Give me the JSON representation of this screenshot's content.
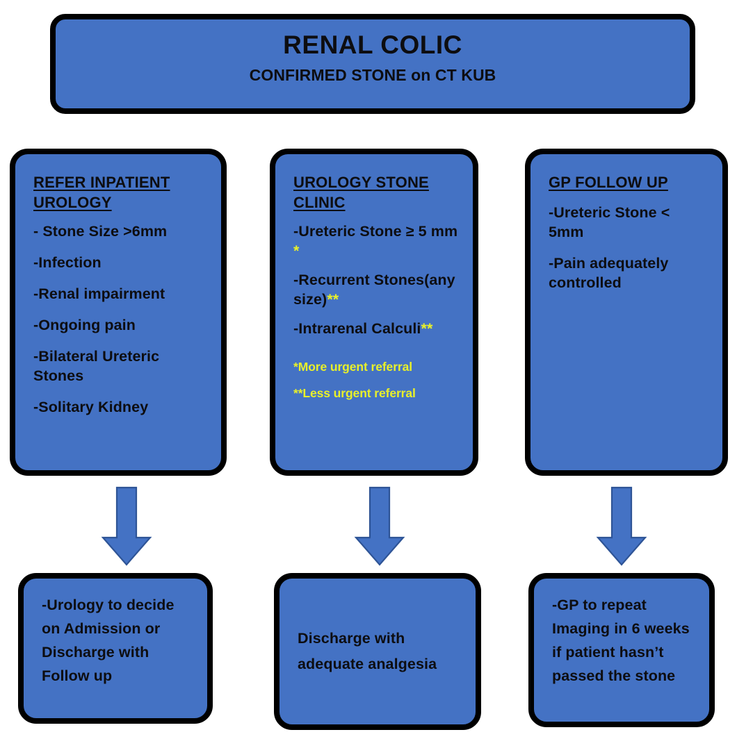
{
  "colors": {
    "node_fill": "#4472C4",
    "node_border": "#000000",
    "text": "#0D0D10",
    "highlight": "#E8F02A",
    "arrow_fill": "#4472C4",
    "arrow_stroke": "#2E5496",
    "background": "#FFFFFF"
  },
  "header": {
    "title": "RENAL COLIC",
    "subtitle": "CONFIRMED STONE on CT KUB"
  },
  "columns": [
    {
      "heading": "REFER INPATIENT UROLOGY",
      "items": [
        {
          "text": "- Stone Size >6mm",
          "marker": ""
        },
        {
          "text": "-Infection",
          "marker": ""
        },
        {
          "text": "-Renal impairment",
          "marker": ""
        },
        {
          "text": "-Ongoing pain",
          "marker": ""
        },
        {
          "text": "-Bilateral Ureteric Stones",
          "marker": ""
        },
        {
          "text": "-Solitary Kidney",
          "marker": ""
        }
      ],
      "footnotes": [],
      "arrow": "down-arrow",
      "outcome": "-Urology to decide on Admission or Discharge with Follow up"
    },
    {
      "heading": "UROLOGY STONE CLINIC",
      "items": [
        {
          "text": "-Ureteric Stone ≥ 5 mm ",
          "marker": "*"
        },
        {
          "text": "-Recurrent Stones(any size)",
          "marker": "**"
        },
        {
          "text": "-Intrarenal Calculi",
          "marker": "**"
        }
      ],
      "footnotes": [
        "*More urgent referral",
        "**Less urgent referral"
      ],
      "arrow": "down-arrow",
      "outcome": "Discharge with adequate analgesia"
    },
    {
      "heading": "GP FOLLOW UP",
      "items": [
        {
          "text": "-Ureteric Stone < 5mm",
          "marker": ""
        },
        {
          "text": "-Pain adequately controlled",
          "marker": ""
        }
      ],
      "footnotes": [],
      "arrow": "down-arrow",
      "outcome": "-GP to repeat Imaging in 6 weeks if patient hasn’t passed the stone"
    }
  ]
}
